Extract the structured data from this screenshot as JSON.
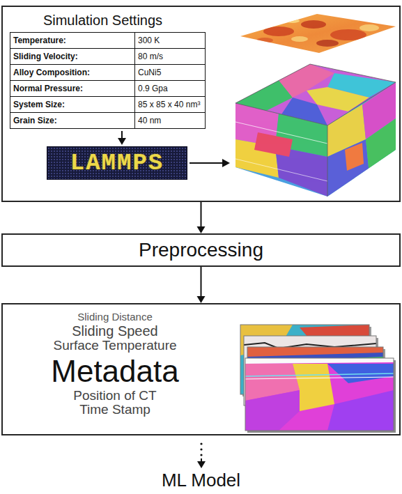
{
  "diagram": {
    "nodes": [
      {
        "text": [
          "Simulation Settings"
        ]
      },
      {
        "text": [
          "LAMMPS"
        ],
        "in": 0
      },
      {
        "text": [
          "Preprocessing"
        ]
      },
      {
        "text": [
          "Sliding Distance",
          "Sliding Speed",
          "Surface Temperature",
          "Metadata",
          "Position of CT",
          "Time Stamp"
        ]
      }
    ],
    "edges": [
      {
        "from": 0,
        "to": 2,
        "arrow": "to"
      },
      {
        "from": 2,
        "to": 3,
        "arrow": "to"
      }
    ],
    "labels": [
      "Temperature:",
      "300 K",
      "Sliding Velocity:",
      "80 m/s",
      "Alloy Composition:",
      "CuNi5",
      "Normal Pressure:",
      "0.9 Gpa",
      "System Size:",
      "85 x 85 x 40 nm³",
      "Grain Size:",
      "40 nm",
      "ML Model"
    ]
  }
}
